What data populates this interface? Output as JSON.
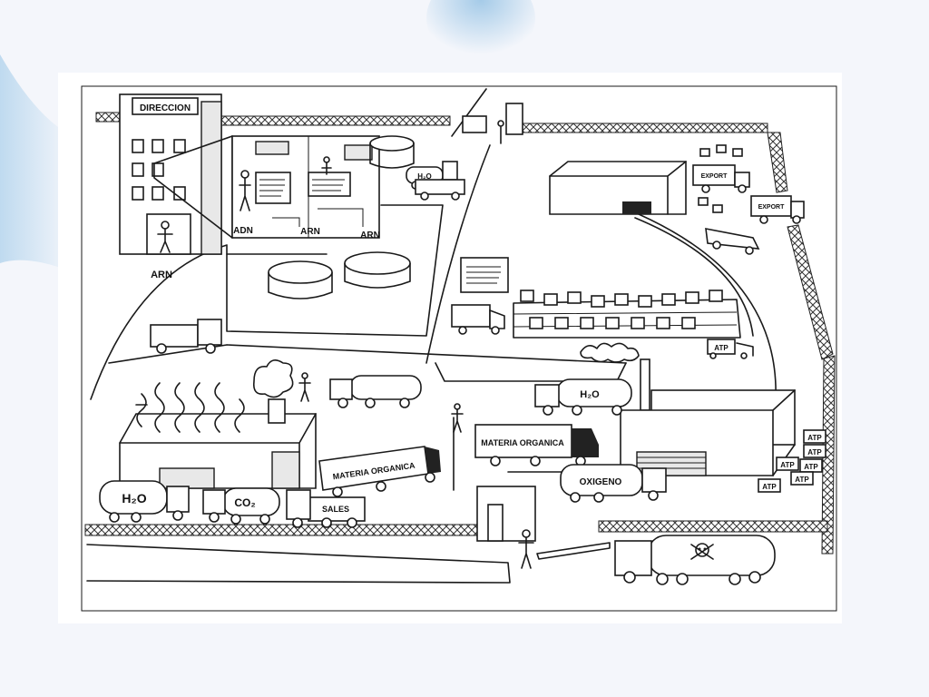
{
  "labels": {
    "direccion": "DIRECCION",
    "adn": "ADN",
    "arn_top_left": "ARN",
    "arn_top_right": "ARN",
    "arn_door": "ARN",
    "h2o_small": "H₂O",
    "export_1": "EXPORT",
    "export_2": "EXPORT",
    "materia_organica_1": "MATERIA ORGANICA",
    "materia_organica_2": "MATERIA ORGANICA",
    "h2o_tanker": "H₂O",
    "co2_tanker": "CO₂",
    "h2o_tanker_right": "H₂O",
    "oxigeno": "OXIGENO",
    "sales": "SALES",
    "atp_cart": "ATP",
    "atp_box_1": "ATP",
    "atp_box_2": "ATP",
    "atp_box_3": "ATP",
    "atp_box_4": "ATP",
    "atp_box_5": "ATP",
    "atp_box_6": "ATP"
  },
  "colors": {
    "ink": "#1a1a1a",
    "paper": "#ffffff",
    "background": "#f4f6fb",
    "accent_blue": "#b9d7ee"
  }
}
